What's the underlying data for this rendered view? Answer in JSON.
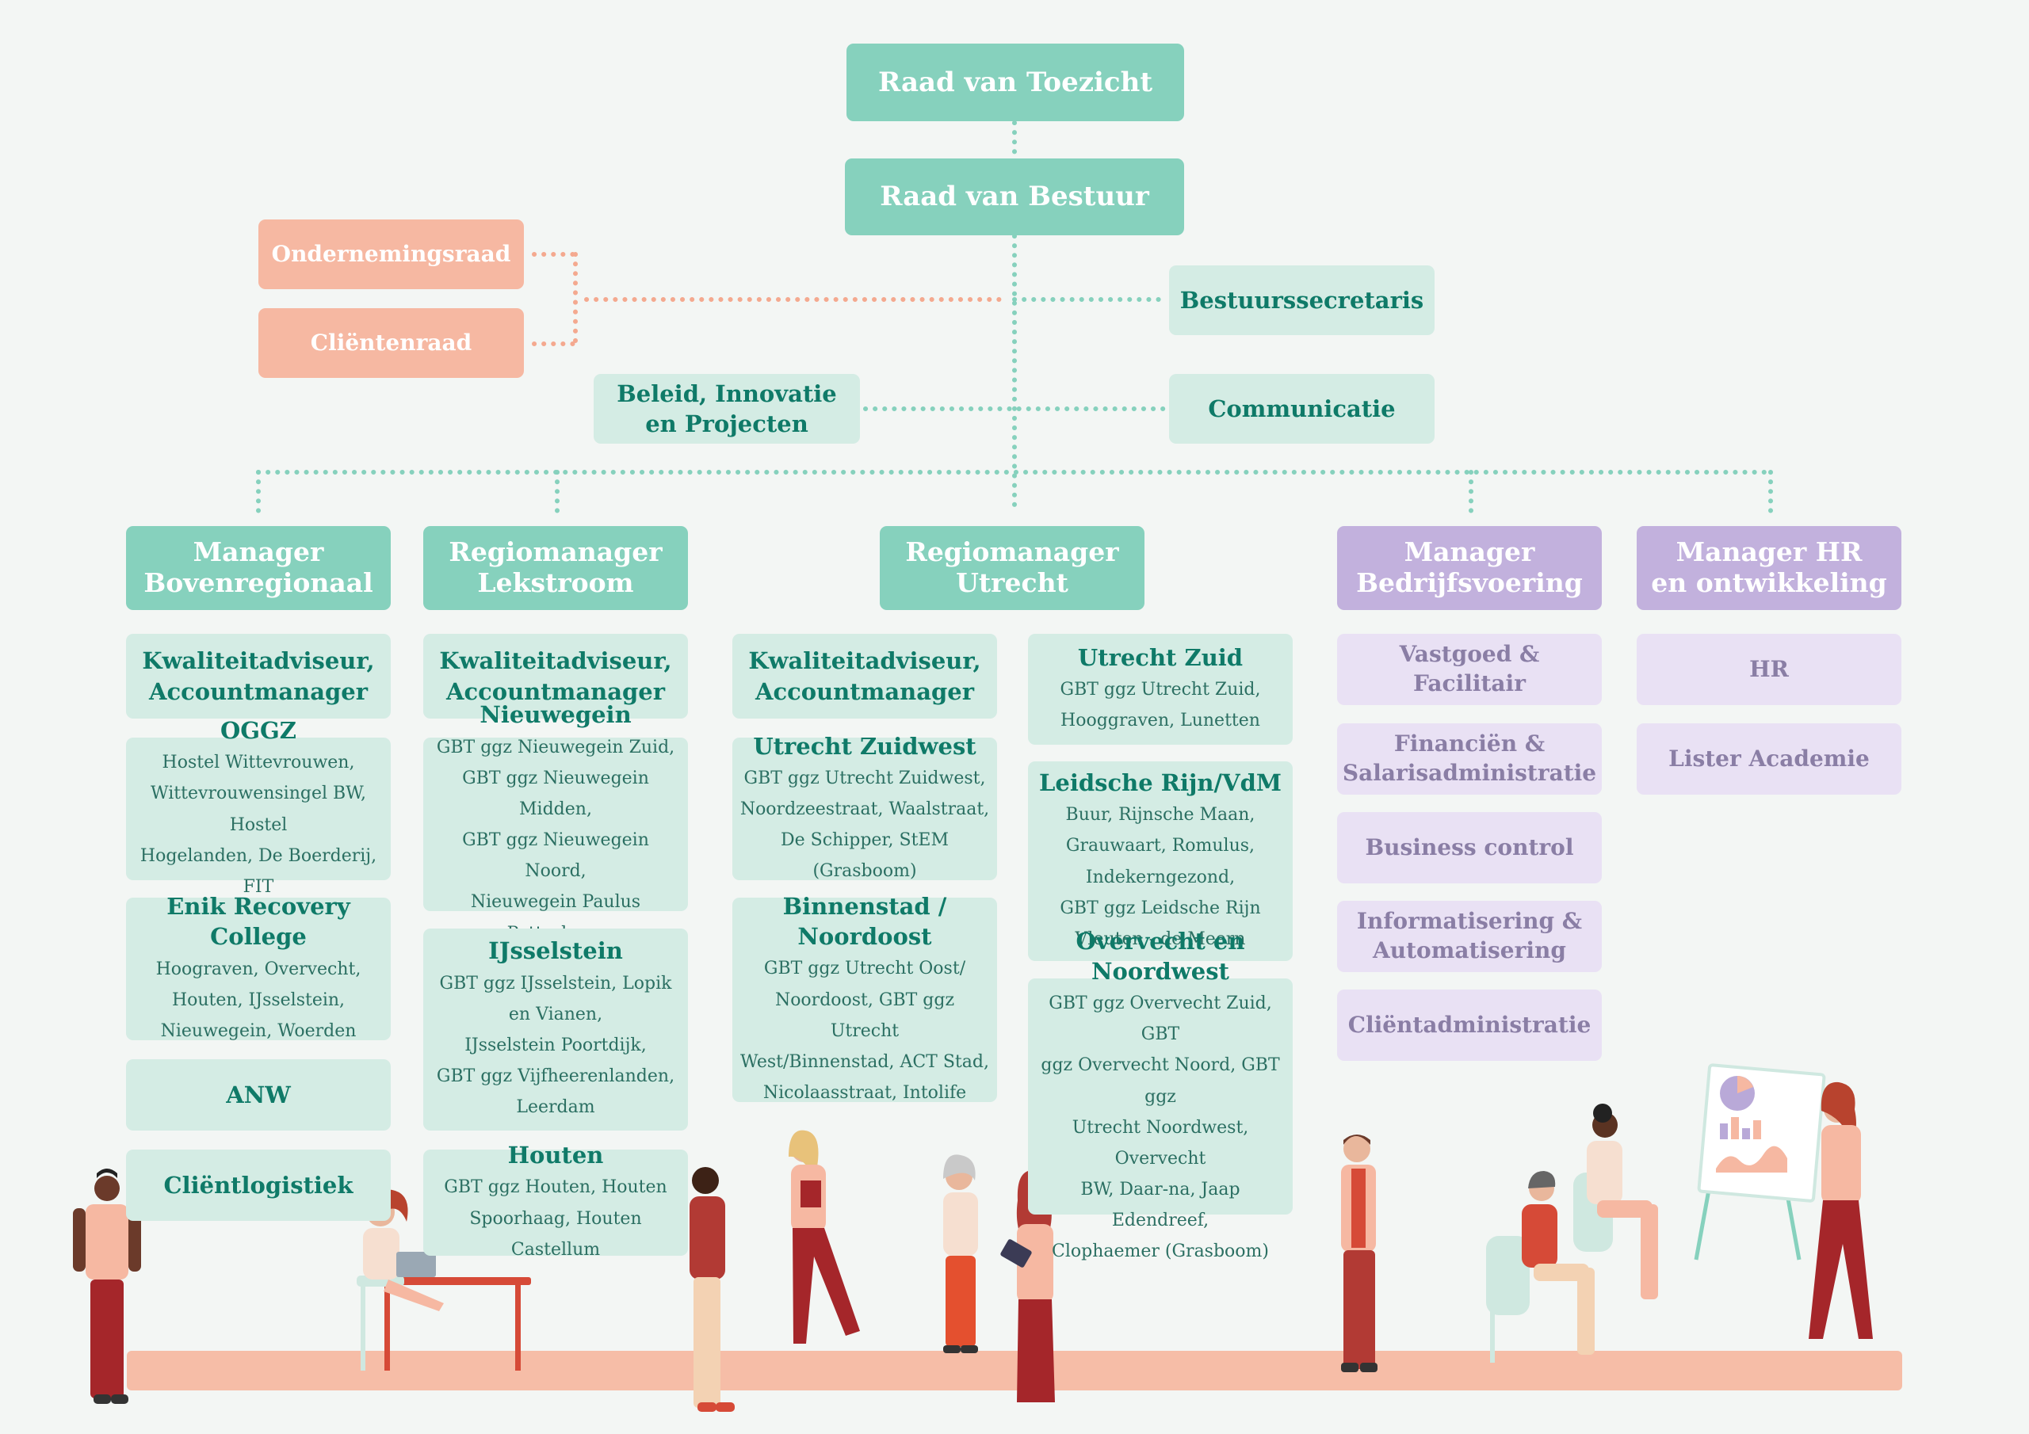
{
  "colors": {
    "background": "#f3f6f4",
    "teal_dark": "#86d1bd",
    "teal_light": "#d4ece4",
    "teal_text": "#0f7a68",
    "salmon": "#f6b8a2",
    "purple": "#c2b1dd",
    "purple_light": "#e9e1f4",
    "floor": "#f6bda7"
  },
  "top": {
    "raad_van_toezicht": "Raad van Toezicht",
    "raad_van_bestuur": "Raad van Bestuur",
    "ondernemingsraad": "Ondernemingsraad",
    "clientenraad": "Cliëntenraad",
    "bestuurssecretaris": "Bestuurssecretaris",
    "beleid": "Beleid, Innovatie\nen Projecten",
    "communicatie": "Communicatie"
  },
  "managers": {
    "bovenregionaal": "Manager\nBovenregionaal",
    "lekstroom": "Regiomanager\nLekstroom",
    "utrecht": "Regiomanager\nUtrecht",
    "bedrijfsvoering": "Manager\nBedrijfsvoering",
    "hr": "Manager HR\nen ontwikkeling"
  },
  "bovenregionaal": {
    "kwaliteit": "Kwaliteitadviseur,\nAccountmanager",
    "oggz_title": "OGGZ",
    "oggz_desc": "Hostel Wittevrouwen,\nWittevrouwensingel BW, Hostel\nHogelanden, De Boerderij, FIT",
    "enik_title": "Enik Recovery College",
    "enik_desc": "Hoograven, Overvecht,\nHouten, IJsselstein,\nNieuwegein, Woerden",
    "anw": "ANW",
    "clientlogistiek": "Cliëntlogistiek"
  },
  "lekstroom": {
    "kwaliteit": "Kwaliteitadviseur,\nAccountmanager",
    "nieuwegein_title": "Nieuwegein",
    "nieuwegein_desc": "GBT ggz Nieuwegein Zuid,\nGBT ggz Nieuwegein Midden,\nGBT ggz Nieuwegein Noord,\nNieuwegein Paulus Potterhage",
    "ijsselstein_title": "IJsselstein",
    "ijsselstein_desc": "GBT ggz IJsselstein, Lopik\nen Vianen,\nIJsselstein Poortdijk,\nGBT ggz Vijfheerenlanden,\nLeerdam",
    "houten_title": "Houten",
    "houten_desc": "GBT ggz Houten, Houten\nSpoorhaag, Houten Castellum"
  },
  "utrecht": {
    "kwaliteit": "Kwaliteitadviseur,\nAccountmanager",
    "zuidwest_title": "Utrecht Zuidwest",
    "zuidwest_desc": "GBT ggz Utrecht Zuidwest,\nNoordzeestraat, Waalstraat,\nDe Schipper, StEM (Grasboom)",
    "binnenstad_title": "Binnenstad /\nNoordoost",
    "binnenstad_desc": "GBT ggz Utrecht Oost/\nNoordoost, GBT ggz Utrecht\nWest/Binnenstad, ACT Stad,\nNicolaasstraat, Intolife",
    "zuid_title": "Utrecht Zuid",
    "zuid_desc": "GBT ggz Utrecht Zuid,\nHooggraven, Lunetten",
    "leidsche_title": "Leidsche Rijn/VdM",
    "leidsche_desc": "Buur, Rijnsche Maan,\nGrauwaart, Romulus,\nIndekerngezond,\nGBT ggz Leidsche Rijn\nVleuten - de Meern",
    "overvecht_title": "Overvecht en\nNoordwest",
    "overvecht_desc": "GBT ggz Overvecht Zuid, GBT\nggz Overvecht Noord, GBT ggz\nUtrecht Noordwest, Overvecht\nBW, Daar-na, Jaap Edendreef,\nClophaemer (Grasboom)"
  },
  "bedrijfsvoering": {
    "vastgoed": "Vastgoed & Facilitair",
    "financien": "Financiën &\nSalarisadministratie",
    "business": "Business control",
    "informatisering": "Informatisering &\nAutomatisering",
    "clientadministratie": "Cliëntadministratie"
  },
  "hr": {
    "hr": "HR",
    "lister": "Lister Academie"
  }
}
